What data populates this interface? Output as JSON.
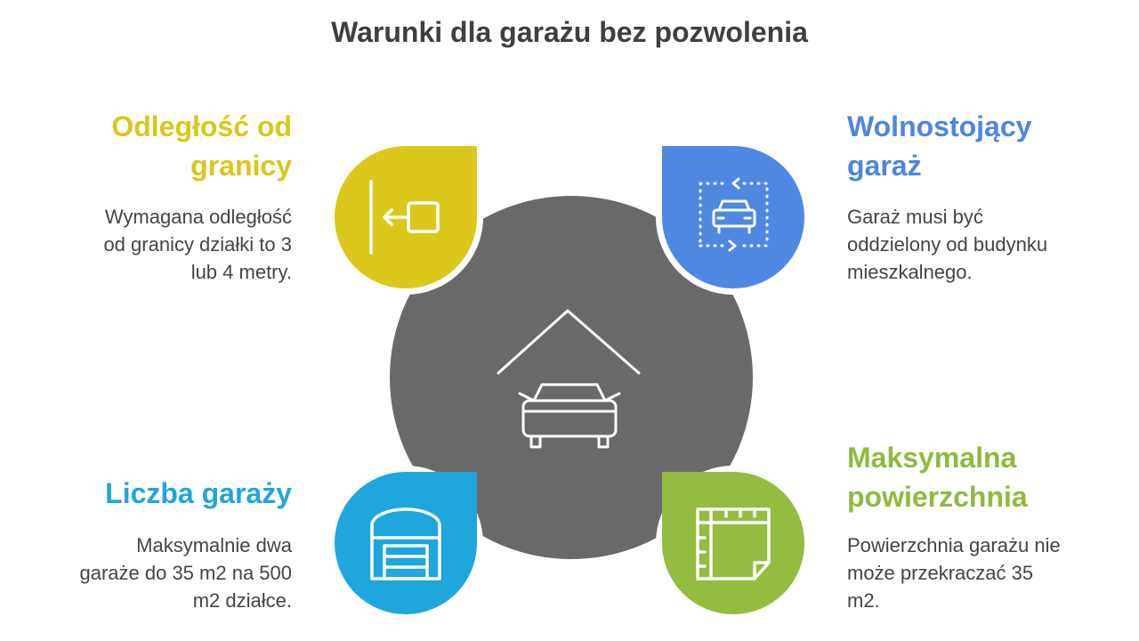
{
  "title": "Warunki dla garażu bez pozwolenia",
  "colors": {
    "center": "#696969",
    "yellow": "#dcc81b",
    "blue": "#4f88e3",
    "cyan": "#1fa6dc",
    "green": "#93bc40"
  },
  "items": {
    "distance": {
      "heading_line1": "Odległość od",
      "heading_line2": "granicy",
      "desc_line1": "Wymagana odległość",
      "desc_line2": "od granicy działki to 3",
      "desc_line3": "lub 4 metry.",
      "icon": "border-distance-icon"
    },
    "detached": {
      "heading_line1": "Wolnostojący",
      "heading_line2": "garaż",
      "desc_line1": "Garaż musi być",
      "desc_line2": "oddzielony od budynku",
      "desc_line3": "mieszkalnego.",
      "icon": "detached-car-icon"
    },
    "count": {
      "heading_line1": "Liczba garaży",
      "desc_line1": "Maksymalnie dwa",
      "desc_line2": "garaże do 35 m2 na 500",
      "desc_line3": "m2 działce.",
      "icon": "garage-door-icon"
    },
    "area": {
      "heading_line1": "Maksymalna",
      "heading_line2": "powierzchnia",
      "desc_line1": "Powierzchnia garażu nie",
      "desc_line2": "może przekraczać 35",
      "desc_line3": "m2.",
      "icon": "floor-plan-icon"
    }
  },
  "center_icon": "garage-car-icon"
}
